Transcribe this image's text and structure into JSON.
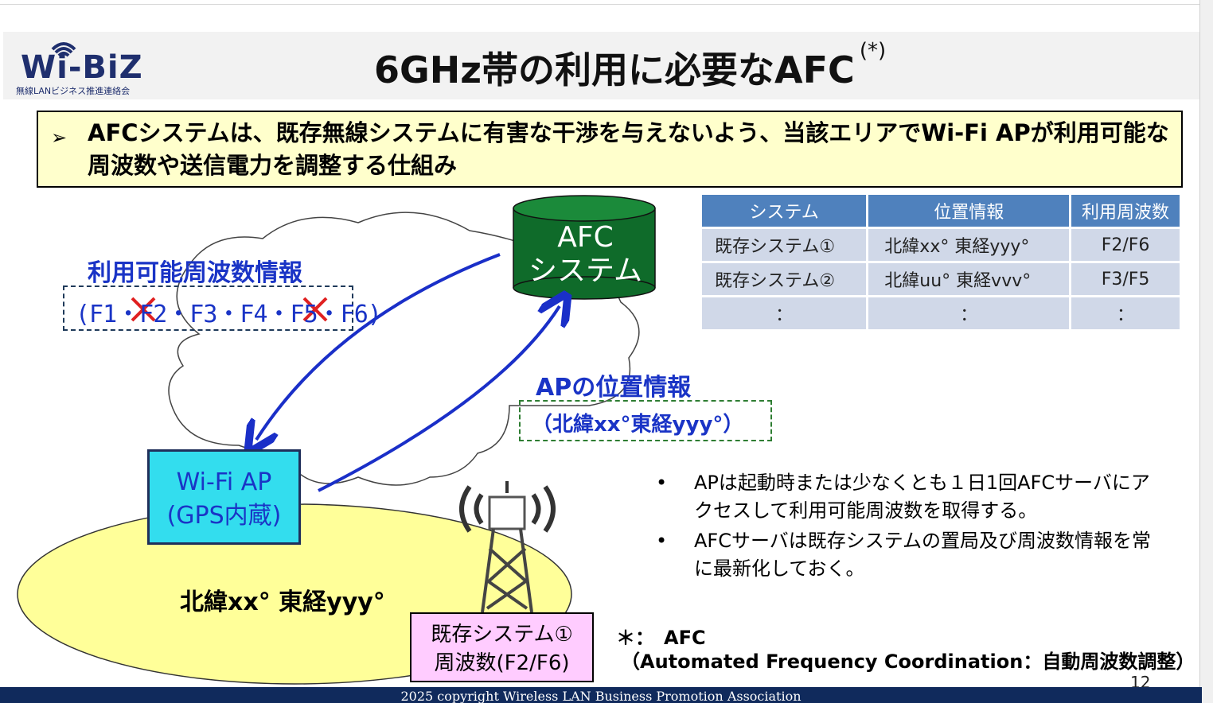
{
  "header": {
    "logo_text": "Wi-BiZ",
    "logo_subtitle": "無線LANビジネス推進連絡会",
    "title": "6GHz帯の利用に必要なAFC",
    "title_mark": "(*)"
  },
  "lead": {
    "bullet": "➢",
    "text": "AFCシステムは、既存無線システムに有害な干渉を与えないよう、当該エリアでWi-Fi APが利用可能な周波数や送信電力を調整する仕組み"
  },
  "diagram": {
    "afc_line1": "AFC",
    "afc_line2": "システム",
    "freq_info_title": "利用可能周波数情報",
    "freq_info_text": "(F1・F2・F3・F4・F5・F6)",
    "ap_position_title": "APの位置情報",
    "ap_position_text": "（北緯xx°東経yyy°）",
    "wifi_ap_line1": "Wi-Fi AP",
    "wifi_ap_line2": "(GPS内蔵)",
    "area_label": "北緯xx° 東経yyy°",
    "existing_line1": "既存システム①",
    "existing_line2": "周波数(F2/F6)",
    "colors": {
      "arrow": "#1a2fc8",
      "afc_cylinder": "#0f6b2a",
      "wifi_ap_fill": "#33ddee",
      "area_fill": "#ffff99",
      "existing_fill": "#ffccff"
    }
  },
  "table": {
    "headers": [
      "システム",
      "位置情報",
      "利用周波数"
    ],
    "rows": [
      [
        "既存システム①",
        "北緯xx° 東経yyy°",
        "F2/F6"
      ],
      [
        "既存システム②",
        "北緯uu° 東経vvv°",
        "F3/F5"
      ],
      [
        "：",
        "：",
        "："
      ]
    ]
  },
  "notes": [
    "APは起動時または少なくとも１日1回AFCサーバにアクセスして利用可能周波数を取得する。",
    "AFCサーバは既存システムの置局及び周波数情報を常に最新化しておく。"
  ],
  "footnote": {
    "line1": "＊：　AFC",
    "line2": "（Automated Frequency Coordination：自動周波数調整）"
  },
  "page_number": "12",
  "copyright": "2025 copyright Wireless LAN Business Promotion Association"
}
